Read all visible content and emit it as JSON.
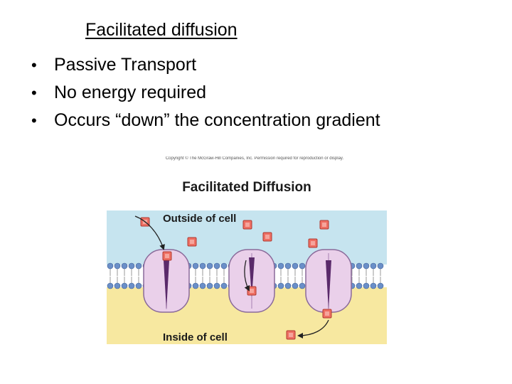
{
  "slide": {
    "title": "Facilitated diffusion",
    "bullets": [
      "Passive Transport",
      "No energy required",
      "Occurs “down” the concentration gradient"
    ],
    "bullet_glyph": "•"
  },
  "figure": {
    "copyright": "Copyright © The McGraw-Hill Companies, Inc. Permission required for reproduction or display.",
    "title": "Facilitated Diffusion",
    "outside_label": "Outside of cell",
    "inside_label": "Inside of cell",
    "colors": {
      "outside": "#c6e4ef",
      "inside": "#f7e8a0",
      "membrane_head": "#6a8fc8",
      "protein": "#ead0ea",
      "channel": "#5a2a6a",
      "molecule": "#ee6f63"
    },
    "icons": [
      "solute-molecule",
      "transport-protein",
      "arrow"
    ]
  }
}
